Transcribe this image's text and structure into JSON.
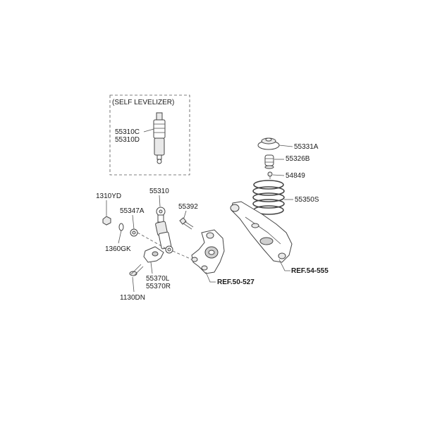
{
  "colors": {
    "line": "#444444",
    "fill_light": "#e9e9e9",
    "fill_dark": "#cfcfcf",
    "background": "#ffffff"
  },
  "box_title": "(SELF LEVELIZER)",
  "labels": {
    "p55310C": "55310C",
    "p55310D": "55310D",
    "p55331A": "55331A",
    "p55326B": "55326B",
    "p54849": "54849",
    "p55350S": "55350S",
    "p1310YD": "1310YD",
    "p55310": "55310",
    "p55392": "55392",
    "p55347A": "55347A",
    "p1360GK": "1360GK",
    "p55370L": "55370L",
    "p55370R": "55370R",
    "p1130DN": "1130DN"
  },
  "refs": {
    "knuckle": "REF.50-527",
    "arm": "REF.54-555"
  }
}
